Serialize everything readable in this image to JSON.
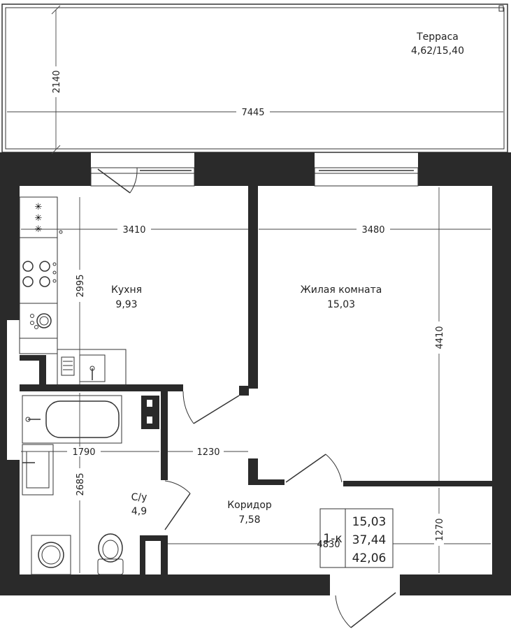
{
  "rooms": [
    {
      "name": "Терраса",
      "area": "4,62/15,40"
    },
    {
      "name": "Кухня",
      "area": "9,93"
    },
    {
      "name": "Жилая комната",
      "area": "15,03"
    },
    {
      "name": "С/у",
      "area": "4,9"
    },
    {
      "name": "Коридор",
      "area": "7,58"
    }
  ],
  "dimensions": {
    "terrace_height": "2140",
    "terrace_width": "7445",
    "kitchen_width": "3410",
    "kitchen_height": "2995",
    "living_width": "3480",
    "living_height": "4410",
    "bath_width": "1790",
    "bath_height": "2685",
    "corridor_width": "1230",
    "hall_width": "4830",
    "hall_height": "1270"
  },
  "summary": {
    "type": "1-к",
    "living_area": "15,03",
    "total_area": "37,44",
    "full_area": "42,06"
  }
}
